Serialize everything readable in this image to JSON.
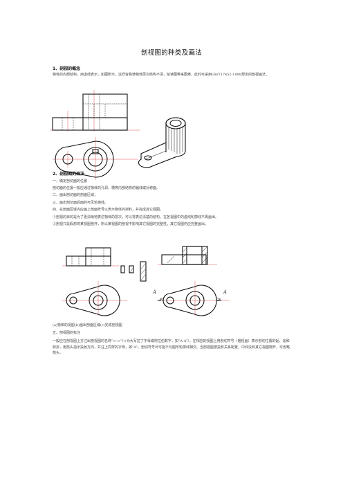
{
  "doc": {
    "title": "剖视图的种类及画法",
    "section1": {
      "heading": "1、剖视的概念",
      "para": "物体的内部结构，用虚线表示，如图所示，这样容易使物体层次结构不清，给读图带来困难。此时可采用GB/T17452-1998规定的剖视画法。"
    },
    "section2": {
      "heading": "2、剖视图的画法",
      "items": [
        "一、确定剖切面的位置",
        "剖切面的位置一般应通过物体的孔洞、槽等内部结构的轴线或对称面。",
        "二、画出剖切面的剖面区域；",
        "三、画出剖切面后面的可见轮廓线。",
        "四、在剖面区域内应画上剖面符号以表示物体的材料，并完成其它视图。",
        "①剖视的目的是为了更清晰地表达物体的层次，可以将表达清楚的结构，在各视图中的虚线轮廓线不再画出。",
        "②剖视只是假想将某视图剖开，所以某视图的剖视不影响其它视图的完整性，其它视图仍应完整画出。"
      ],
      "caption": "(a)物体的视图(b)画出剖面区域(c)完成剖视图",
      "subheading": "五、剖视图的标注",
      "para2": "一般应在剖视图上方注出剖视图的名称“×-×”（×为大写拉丁字母或阿拉伯数字，如“A-A”）。在相应的视图上用剖切符号（粗短画）表示剖切位置的起、迄和转折，用箭头指示投射方向，并注上同样的字母，如“A”。剖切符号尽可能不与图形轮廓线相交。当剖视图按投影关系配置，中间没有其它视图隔开，可省略箭头。"
    },
    "figures": {
      "label_a_left": "A",
      "label_a_right": "A"
    }
  }
}
